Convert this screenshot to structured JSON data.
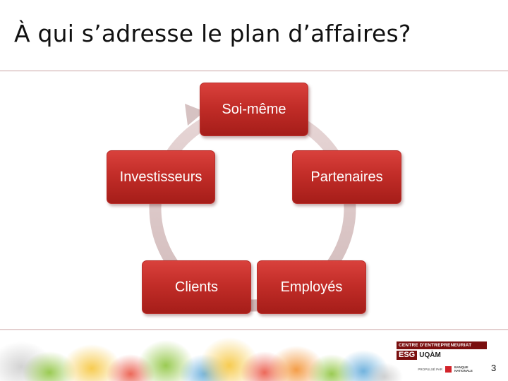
{
  "slide": {
    "title": "À qui s’adresse le plan d’affaires?",
    "page_number": "3"
  },
  "diagram": {
    "type": "cycle",
    "nodes": [
      {
        "label": "Soi-même"
      },
      {
        "label": "Partenaires"
      },
      {
        "label": "Employés"
      },
      {
        "label": "Clients"
      },
      {
        "label": "Investisseurs"
      }
    ]
  },
  "logo": {
    "line1": "CENTRE D'ENTREPRENEURIAT",
    "esg": "ESG",
    "uqam": "UQÀM",
    "partner_prefix": "PROPULSÉ PAR",
    "bank_name": "BANQUE NATIONALE"
  },
  "colors": {
    "node_red": "#c22d28",
    "ring": "#dccaca",
    "rule": "#c9a3a3"
  }
}
